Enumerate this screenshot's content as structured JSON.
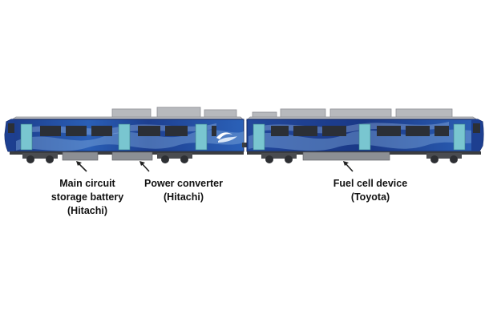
{
  "colors": {
    "background": "#ffffff",
    "body_dark": "#17337e",
    "body_mid": "#2b61b8",
    "body_light": "#7fa8dc",
    "roof": "#b7b9bd",
    "roof_edge": "#8e9095",
    "window": "#2b2f36",
    "door": "#79c6d0",
    "underframe": "#3a3c40",
    "equipment": "#8c8f94",
    "bogie": "#4a4c50",
    "label_text": "#111111",
    "arrow": "#222222"
  },
  "train": {
    "cars": [
      {
        "name": "car-1",
        "logo_icon": "wave-logo-icon"
      },
      {
        "name": "car-2",
        "logo_icon": "none"
      }
    ]
  },
  "callouts": [
    {
      "name": "main-circuit-storage-battery",
      "lines": [
        "Main circuit",
        "storage battery",
        "(Hitachi)"
      ]
    },
    {
      "name": "power-converter",
      "lines": [
        "Power converter",
        "(Hitachi)"
      ]
    },
    {
      "name": "fuel-cell-device",
      "lines": [
        "Fuel cell device",
        "(Toyota)"
      ]
    }
  ]
}
